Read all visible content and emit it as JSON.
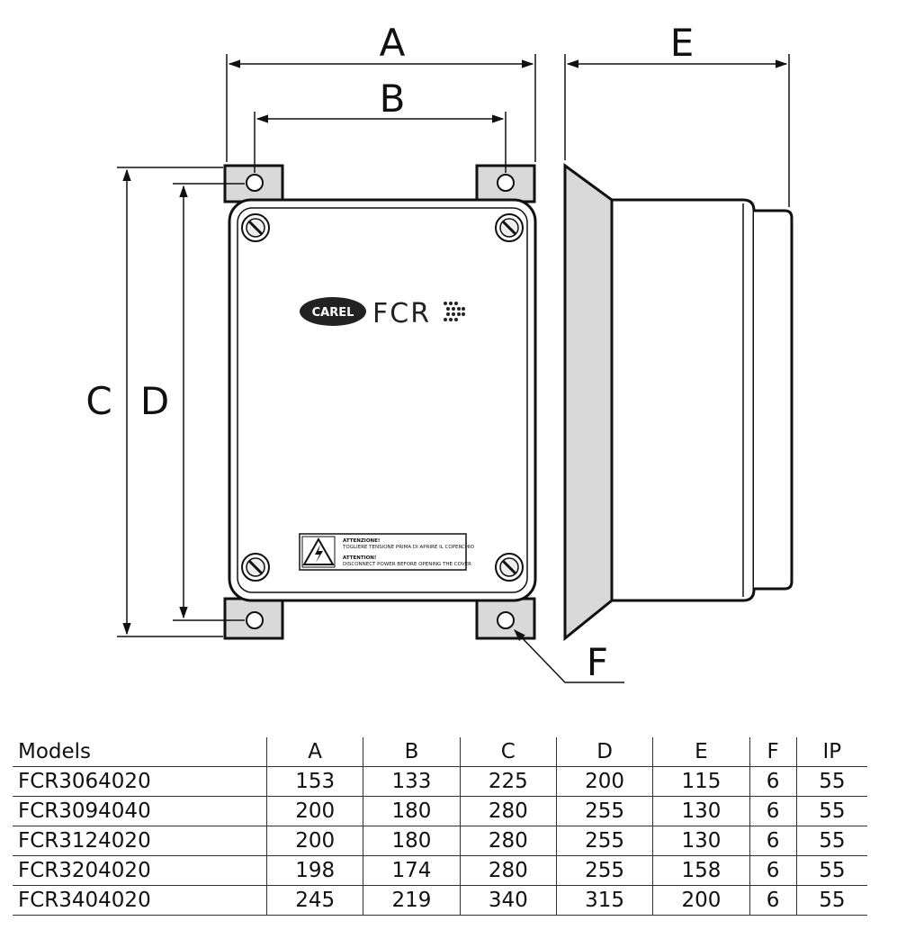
{
  "diagram": {
    "dimension_labels": {
      "A": "A",
      "B": "B",
      "C": "C",
      "D": "D",
      "E": "E",
      "F": "F"
    },
    "logo": {
      "brand": "CAREL",
      "product": "FCR"
    },
    "warning_label": {
      "it_title": "ATTENZIONE!",
      "it_text": "TOGLIERE TENSIONE PRIMA DI APRIRE IL COPERCHIO",
      "en_title": "ATTENTION!",
      "en_text": "DISCONNECT POWER BEFORE OPENING THE COVER"
    }
  },
  "table": {
    "headers": [
      "Models",
      "A",
      "B",
      "C",
      "D",
      "E",
      "F",
      "IP"
    ],
    "rows": [
      [
        "FCR3064020",
        "153",
        "133",
        "225",
        "200",
        "115",
        "6",
        "55"
      ],
      [
        "FCR3094040",
        "200",
        "180",
        "280",
        "255",
        "130",
        "6",
        "55"
      ],
      [
        "FCR3124020",
        "200",
        "180",
        "280",
        "255",
        "130",
        "6",
        "55"
      ],
      [
        "FCR3204020",
        "198",
        "174",
        "280",
        "255",
        "158",
        "6",
        "55"
      ],
      [
        "FCR3404020",
        "245",
        "219",
        "340",
        "315",
        "200",
        "6",
        "55"
      ]
    ]
  }
}
